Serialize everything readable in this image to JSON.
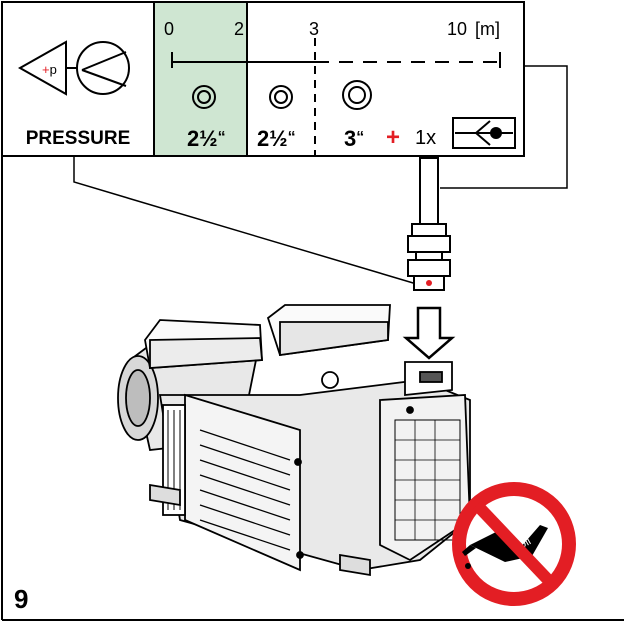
{
  "figure": {
    "number": "9",
    "pressure_label": "PRESSURE",
    "plus_p": "+p",
    "colors": {
      "accent_red": "#e31e24",
      "highlight_green": "#cfe6d2",
      "line": "#000000",
      "prohibit_red": "#e31e24"
    }
  },
  "scale": {
    "ticks": [
      "0",
      "2",
      "3",
      "10"
    ],
    "unit": "[m]"
  },
  "pipe_sizes": [
    {
      "label": "2½",
      "mark": "“",
      "highlighted": true
    },
    {
      "label": "2½",
      "mark": "“",
      "highlighted": false
    },
    {
      "label": "3",
      "mark": "“",
      "highlighted": false
    }
  ],
  "extra": {
    "plus": "+",
    "count": "1x",
    "valve_icon": "check-valve-icon"
  },
  "pump": {
    "oil_text": "Oil",
    "no_oil_icon": "no-oil-prohibition-icon"
  }
}
